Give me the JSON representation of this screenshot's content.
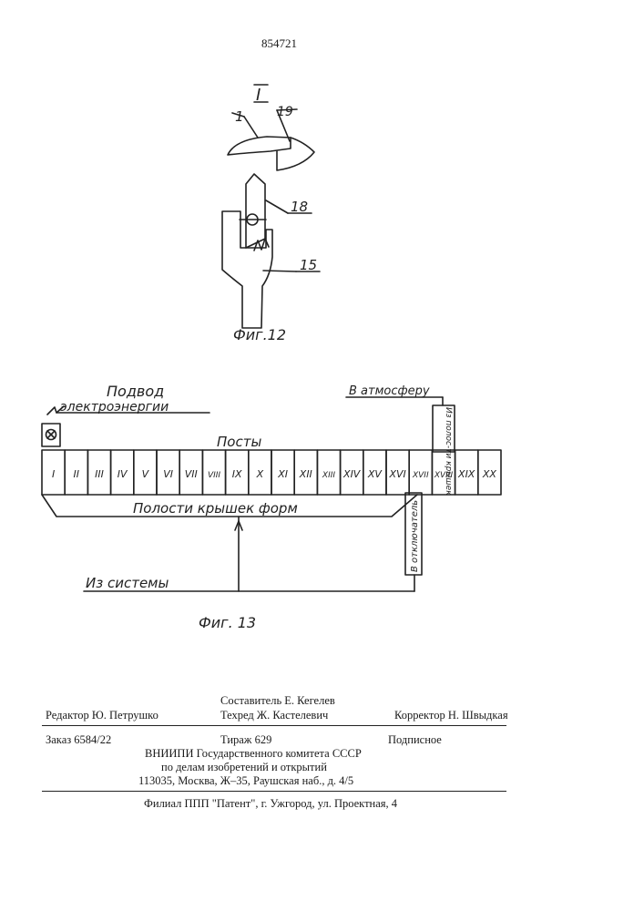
{
  "patent_number": "854721",
  "fig12": {
    "section_mark": "I",
    "labels": [
      "1",
      "19",
      "18",
      "15"
    ],
    "caption": "Фиг.12"
  },
  "fig13": {
    "power_label_line1": "Подвод",
    "power_label_line2": "электроэнергии",
    "atmosphere_label": "В атмосферу",
    "posts_label": "Посты",
    "posts": [
      "I",
      "II",
      "III",
      "IV",
      "V",
      "VI",
      "VII",
      "VIII",
      "IX",
      "X",
      "XI",
      "XII",
      "XIII",
      "XIV",
      "XV",
      "XVI",
      "XVII",
      "XVIII",
      "XIX",
      "XX"
    ],
    "cavities_label": "Полости крышек форм",
    "from_system_label": "Из системы",
    "vertical_box_top": "Из полос-ти крышек",
    "vertical_box_bottom": "В отключатель",
    "caption": "Фиг. 13"
  },
  "imprint": {
    "compiler": "Составитель Е. Кегелев",
    "editor": "Редактор Ю. Петрушко",
    "techred": "Техред Ж. Кастелевич",
    "corrector": "Корректор Н. Швыдкая",
    "order": "Заказ 6584/22",
    "circulation": "Тираж 629",
    "subscription": "Подписное",
    "org_line1": "ВНИИПИ Государственного комитета СССР",
    "org_line2": "по делам изобретений и открытий",
    "org_line3": "113035, Москва, Ж–35, Раушская наб., д. 4/5",
    "branch": "Филиал ППП \"Патент\", г. Ужгород, ул. Проектная, 4"
  }
}
